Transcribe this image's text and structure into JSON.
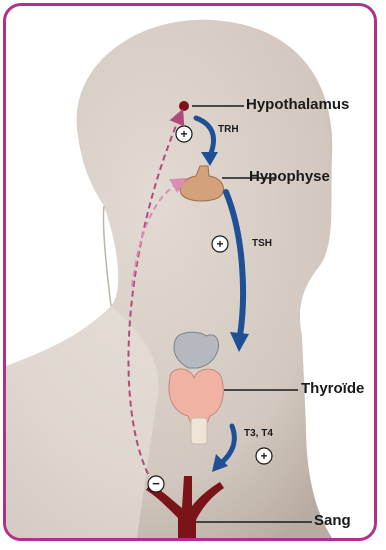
{
  "labels": {
    "hypothalamus": "Hypothalamus",
    "hypophyse": "Hypophyse",
    "thyroide": "Thyroïde",
    "sang": "Sang",
    "trh": "TRH",
    "tsh": "TSH",
    "t3t4": "T3, T4"
  },
  "signs": {
    "plus": "+",
    "minus": "−"
  },
  "colors": {
    "frame": "#b0308e",
    "skin": "#d8cfc6",
    "arrow_blue": "#1f4f95",
    "feedback_pink": "#b04a7a",
    "blood_red": "#7a1418",
    "hypophyse": "#d4a27a",
    "thyroid": "#f0b3a3",
    "larynx": "#b5b8be"
  }
}
